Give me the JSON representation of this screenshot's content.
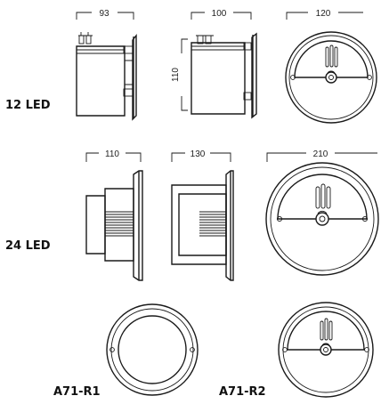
{
  "rows": [
    {
      "label": "12 LED",
      "dims": [
        "93",
        "100",
        "120"
      ]
    },
    {
      "label": "24 LED",
      "dims": [
        "110",
        "130",
        "210"
      ]
    }
  ],
  "side_height_dim": "110",
  "variants": [
    {
      "label": "A71-R1"
    },
    {
      "label": "A71-R2"
    }
  ]
}
